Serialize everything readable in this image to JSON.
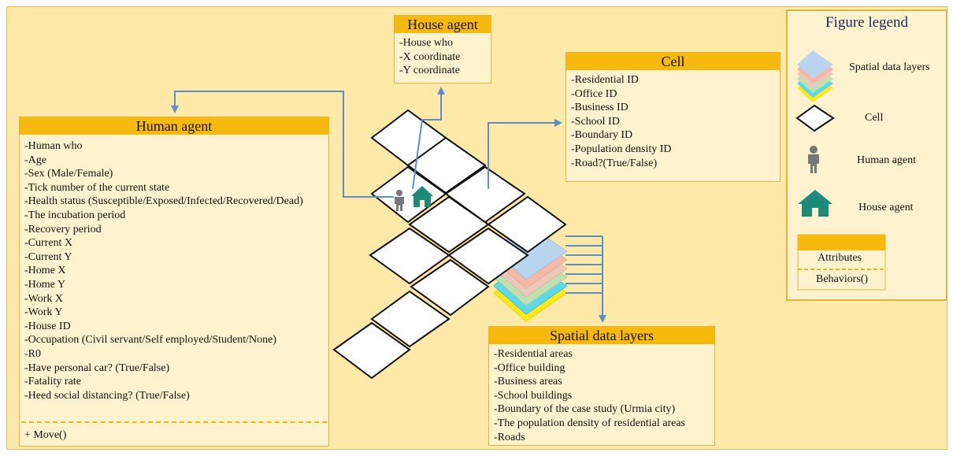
{
  "house_agent": {
    "title": "House agent",
    "attributes": [
      "-House who",
      "-X coordinate",
      "-Y coordinate"
    ]
  },
  "cell": {
    "title": "Cell",
    "attributes": [
      "-Residential ID",
      "-Office ID",
      "-Business ID",
      "-School ID",
      "-Boundary ID",
      "-Population density ID",
      "-Road?(True/False)"
    ]
  },
  "human_agent": {
    "title": "Human agent",
    "attributes": [
      "-Human who",
      "-Age",
      "-Sex (Male/Female)",
      "-Tick number of the current state",
      "-Health status (Susceptible/Exposed/Infected/Recovered/Dead)",
      "-The incubation period",
      "-Recovery period",
      "-Current X",
      "-Current Y",
      "-Home X",
      "-Home Y",
      "-Work X",
      "-Work Y",
      "-House ID",
      "-Occupation (Civil servant/Self employed/Student/None)",
      "-R0",
      "-Have personal car? (True/False)",
      "-Fatality rate",
      "-Heed social distancing? (True/False)"
    ],
    "behaviors": [
      "+ Move()"
    ]
  },
  "spatial_layers": {
    "title": "Spatial data layers",
    "attributes": [
      "-Residential areas",
      "-Office building",
      "-Business areas",
      "-School buildings",
      "-Boundary of the case study (Urmia city)",
      "-The population density of residential areas",
      "-Roads"
    ]
  },
  "legend": {
    "title": "Figure legend",
    "items": {
      "spatial": "Spatial data layers",
      "cell": "Cell",
      "human": "Human agent",
      "house": "House agent",
      "attributes": "Attributes",
      "behaviors": "Behaviors()"
    }
  },
  "colors": {
    "background": "#ffe9a8",
    "box_fill": "#fff3cf",
    "header": "#f8b90e",
    "arrow": "#5b8fc6",
    "house_icon": "#1e8a7a",
    "human_icon": "#777777",
    "layers": [
      "#ffe81a",
      "#5ed8ea",
      "#bfe0b0",
      "#e9c9b8",
      "#f6b8a8",
      "#b8d4ee"
    ]
  }
}
